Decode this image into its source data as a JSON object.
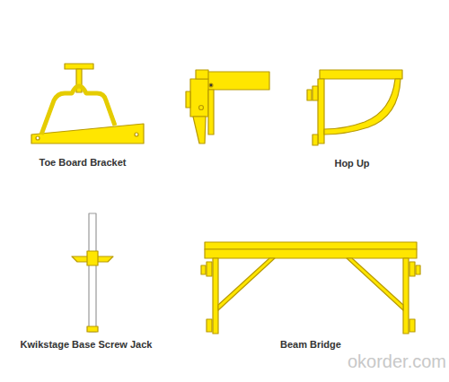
{
  "diagram": {
    "labels": [
      "Toe Board Bracket",
      "Hop Up",
      "Kwikstage Base Screw Jack",
      "Beam Bridge",
      "okorder.com"
    ]
  }
}
